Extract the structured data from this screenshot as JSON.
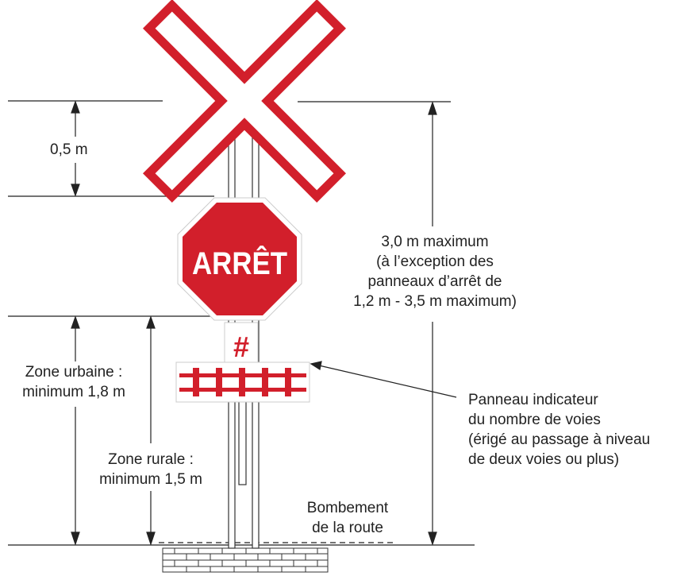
{
  "labels": {
    "crossbuck_height": "0,5 m",
    "max_height": [
      "3,0 m maximum",
      "(à l’exception des",
      "panneaux d’arrêt de",
      "1,2 m - 3,5 m maximum)"
    ],
    "urban_zone": [
      "Zone urbaine :",
      "minimum 1,8 m"
    ],
    "rural_zone": [
      "Zone rurale :",
      "minimum 1,5 m"
    ],
    "track_panel": [
      "Panneau indicateur",
      "du nombre de voies",
      "(érigé au passage à niveau",
      "de deux voies ou plus)"
    ],
    "road_crown": [
      "Bombement",
      "de la route"
    ]
  },
  "signs": {
    "stop_text": "ARRÊT",
    "track_count_symbol": "#"
  },
  "colors": {
    "sign_red": "#d21f2b",
    "line": "#222222",
    "white": "#ffffff"
  }
}
